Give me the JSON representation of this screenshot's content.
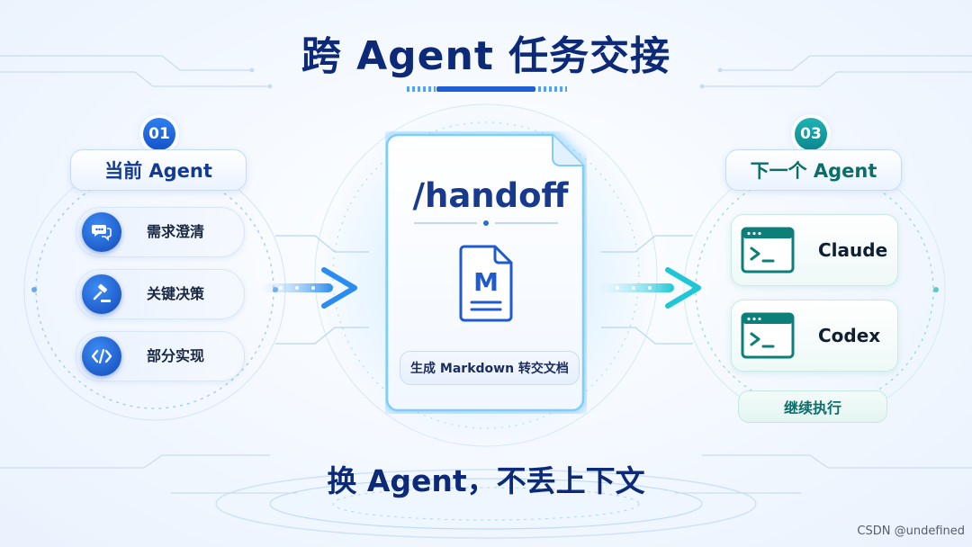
{
  "title": "跨 Agent 任务交接",
  "left": {
    "badge": "01",
    "heading": "当前 Agent",
    "items": [
      {
        "label": "需求澄清",
        "icon": "chat-bubbles-icon"
      },
      {
        "label": "关键决策",
        "icon": "gavel-icon"
      },
      {
        "label": "部分实现",
        "icon": "code-brackets-icon"
      }
    ]
  },
  "center": {
    "command": "/handoff",
    "file_icon": "markdown-file-icon",
    "caption": "生成 Markdown 转交文档"
  },
  "right": {
    "badge": "03",
    "heading": "下一个 Agent",
    "agents": [
      {
        "label": "Claude",
        "icon": "terminal-window-icon"
      },
      {
        "label": "Codex",
        "icon": "terminal-window-icon"
      }
    ],
    "action": "继续执行"
  },
  "tagline": "换 Agent，不丢上下文",
  "watermark": "CSDN @undefined",
  "colors": {
    "primary": "#1553c9",
    "navy": "#0d2a78",
    "teal": "#0a8890",
    "glow": "#5ec2f7"
  }
}
